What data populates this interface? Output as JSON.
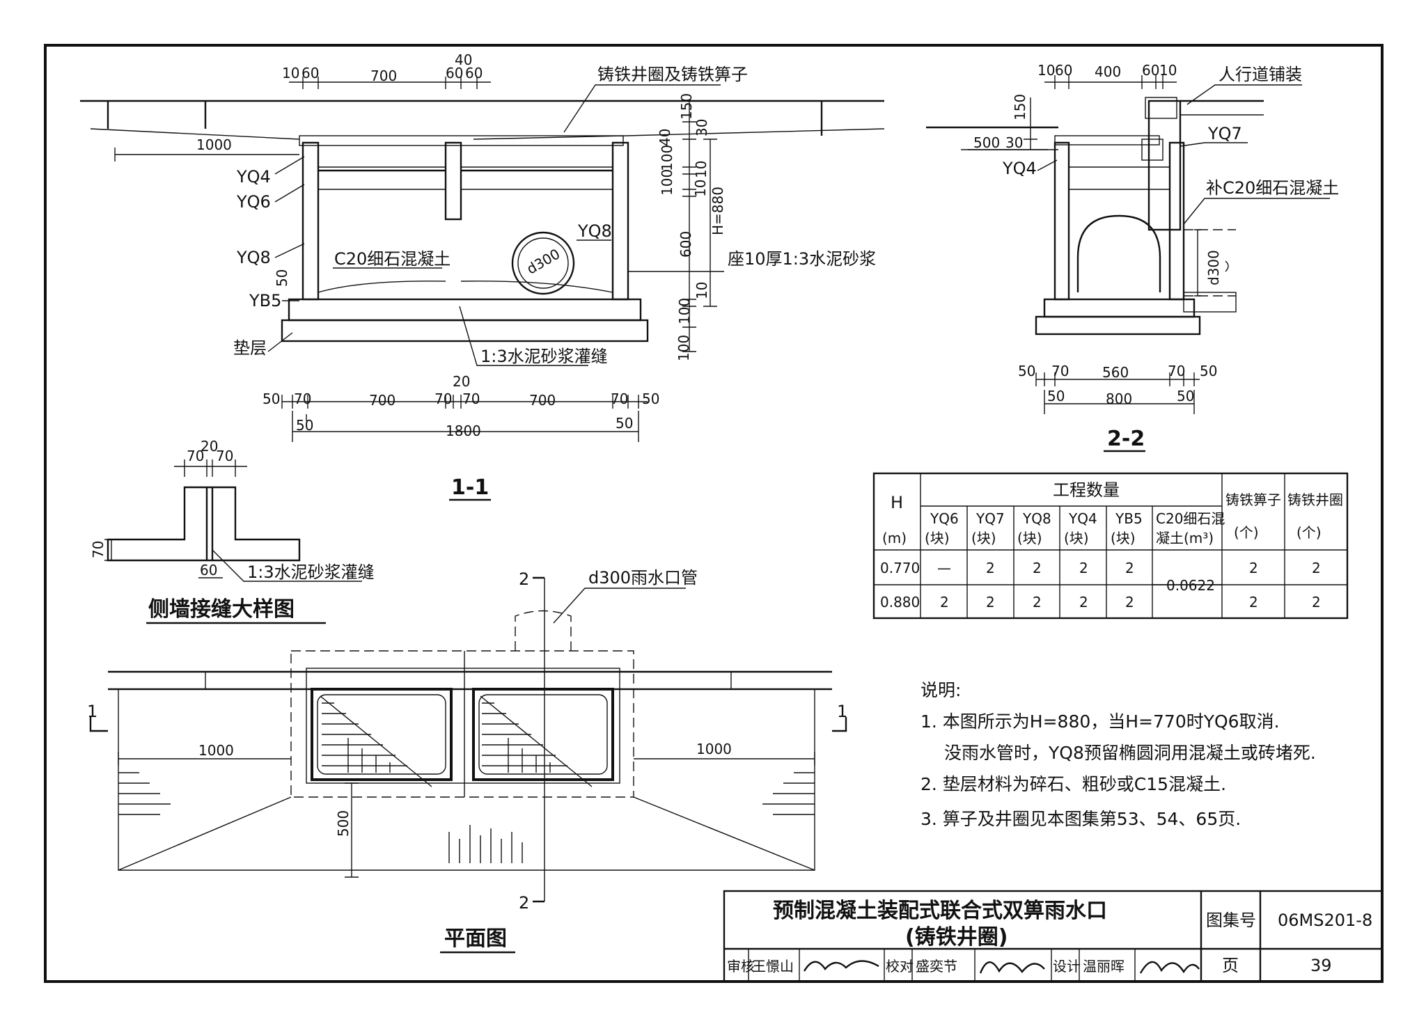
{
  "section_1_1": {
    "title": "1-1",
    "top_dims": [
      "10",
      "60",
      "700",
      "40",
      "60",
      "60"
    ],
    "mid_dim_40": "40",
    "leader_grate": "铸铁井圈及铸铁箅子",
    "left_len": "1000",
    "labels": {
      "yq4": "YQ4",
      "yq6": "YQ6",
      "yq8_left": "YQ8",
      "yq8_right": "YQ8",
      "yb5": "YB5",
      "cushion": "垫层",
      "c20": "C20细石混凝土",
      "pipe": "d300",
      "mortar_seat": "座10厚1:3水泥砂浆",
      "mortar_joint": "1:3水泥砂浆灌缝"
    },
    "right_dims": [
      "150",
      "30",
      "40",
      "100",
      "10",
      "100",
      "10",
      "H=880",
      "600",
      "10",
      "100",
      "100"
    ],
    "left_dim_50": "50",
    "bottom_dims": [
      "50",
      "70",
      "700",
      "20",
      "70",
      "70",
      "700",
      "70",
      "50"
    ],
    "bottom_total": [
      "50",
      "1800",
      "50"
    ]
  },
  "section_2_2": {
    "title": "2-2",
    "top_dims": [
      "10",
      "60",
      "400",
      "60",
      "10"
    ],
    "leader_pave": "人行道铺装",
    "labels": {
      "yq7": "YQ7",
      "yq4": "YQ4",
      "c20fill": "补C20细石混凝土",
      "pipe": "d300"
    },
    "left_dims": [
      "150",
      "500",
      "30"
    ],
    "bottom_dims": [
      "50",
      "70",
      "560",
      "70",
      "50"
    ],
    "bottom_total": [
      "50",
      "800",
      "50"
    ]
  },
  "joint_detail": {
    "title": "侧墙接缝大样图",
    "dims": [
      "70",
      "20",
      "70",
      "70",
      "60"
    ],
    "label": "1:3水泥砂浆灌缝"
  },
  "plan": {
    "title": "平面图",
    "pipe_label": "d300雨水口管",
    "cut_2": "2",
    "cut_1": "1",
    "left_len": "1000",
    "right_len": "1000",
    "depth": "500"
  },
  "quantity_table": {
    "group_header": "工程数量",
    "h_header": [
      "H",
      "(m)"
    ],
    "columns": [
      {
        "name": "YQ6",
        "unit": "(块)"
      },
      {
        "name": "YQ7",
        "unit": "(块)"
      },
      {
        "name": "YQ8",
        "unit": "(块)"
      },
      {
        "name": "YQ4",
        "unit": "(块)"
      },
      {
        "name": "YB5",
        "unit": "(块)"
      },
      {
        "name": "C20细石混",
        "unit": "凝土(m³)"
      },
      {
        "name": "铸铁箅子",
        "unit": "(个)"
      },
      {
        "name": "铸铁井圈",
        "unit": "(个)"
      }
    ],
    "rows": [
      {
        "h": "0.770",
        "yq6": "—",
        "yq7": "2",
        "yq8": "2",
        "yq4": "2",
        "yb5": "2",
        "grate": "2",
        "ring": "2"
      },
      {
        "h": "0.880",
        "yq6": "2",
        "yq7": "2",
        "yq8": "2",
        "yq4": "2",
        "yb5": "2",
        "grate": "2",
        "ring": "2"
      }
    ],
    "c20_value": "0.0622"
  },
  "notes": {
    "heading": "说明:",
    "items": [
      "1. 本图所示为H=880，当H=770时YQ6取消.",
      "没雨水管时，YQ8预留椭圆洞用混凝土或砖堵死.",
      "2. 垫层材料为碎石、粗砂或C15混凝土.",
      "3. 箅子及井圈见本图集第53、54、65页."
    ]
  },
  "title_block": {
    "title_line1": "预制混凝土装配式联合式双箅雨水口",
    "title_line2": "(铸铁井圈)",
    "atlas_label": "图集号",
    "atlas_no": "06MS201-8",
    "page_label": "页",
    "page_no": "39",
    "review_label": "审核",
    "review_name": "王憬山",
    "check_label": "校对",
    "check_name": "盛奕节",
    "design_label": "设计",
    "design_name": "温丽晖"
  }
}
